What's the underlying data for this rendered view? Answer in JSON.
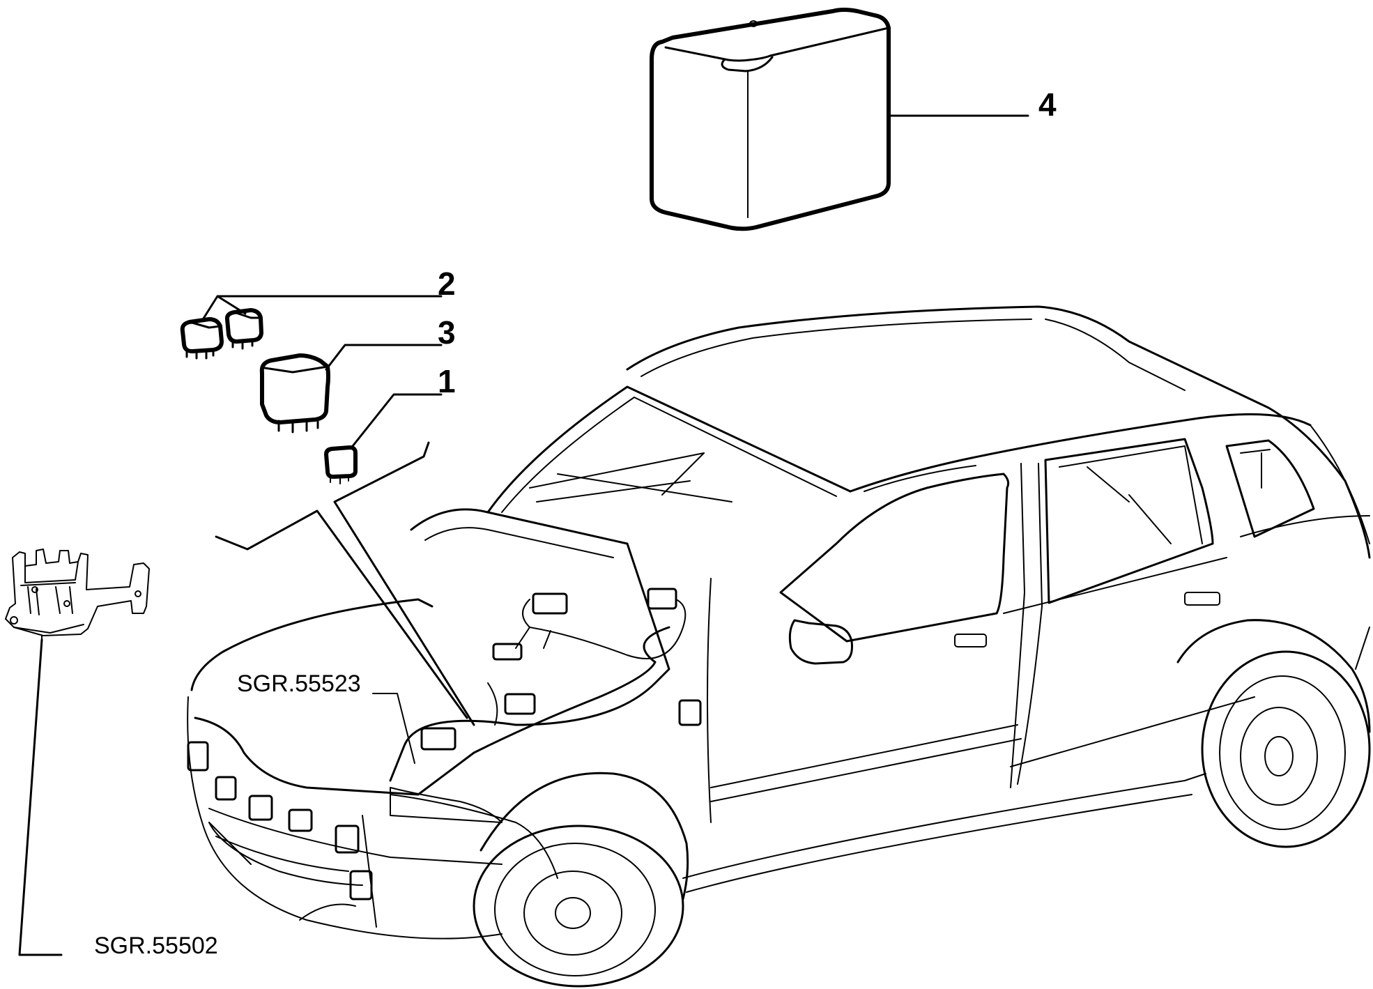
{
  "callouts": [
    {
      "id": "1",
      "text": "1"
    },
    {
      "id": "2",
      "text": "2"
    },
    {
      "id": "3",
      "text": "3"
    },
    {
      "id": "4",
      "text": "4"
    }
  ],
  "references": {
    "sgr_55523": "SGR.55523",
    "sgr_55502": "SGR.55502"
  }
}
